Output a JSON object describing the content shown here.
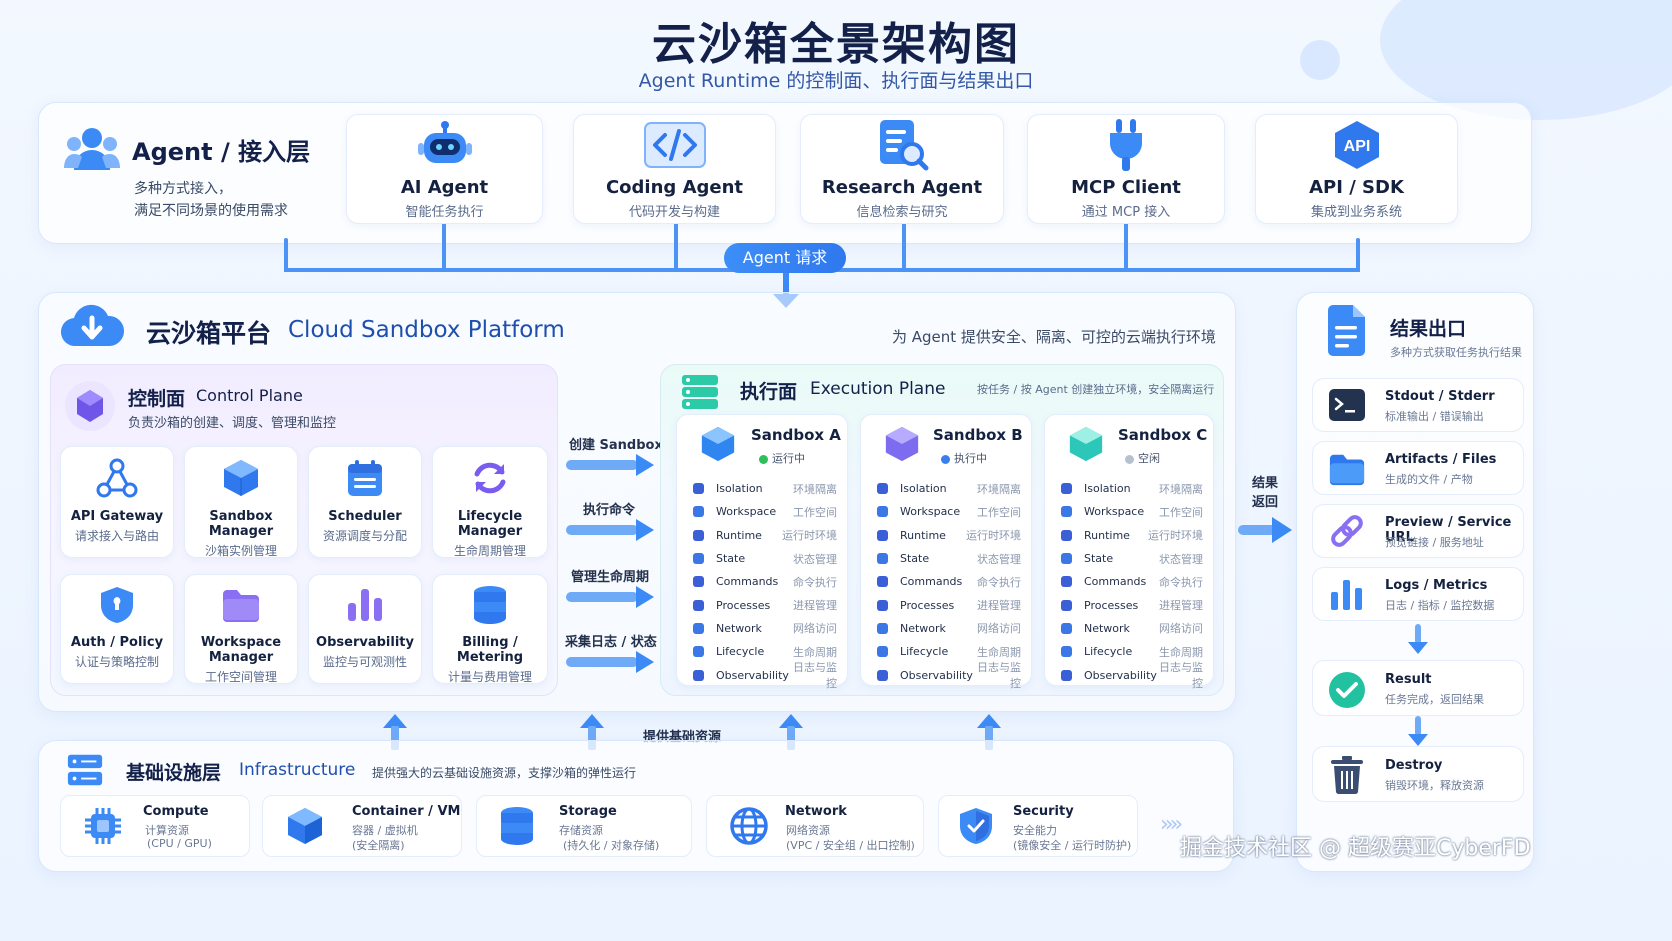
{
  "header": {
    "title": "云沙箱全景架构图",
    "subtitle": "Agent Runtime 的控制面、执行面与结果出口"
  },
  "agent_layer": {
    "title": "Agent / 接入层",
    "desc1": "多种方式接入，",
    "desc2": "满足不同场景的使用需求",
    "cards": [
      {
        "title": "AI Agent",
        "sub": "智能任务执行",
        "icon": "robot-icon"
      },
      {
        "title": "Coding Agent",
        "sub": "代码开发与构建",
        "icon": "code-icon"
      },
      {
        "title": "Research Agent",
        "sub": "信息检索与研究",
        "icon": "document-search-icon"
      },
      {
        "title": "MCP Client",
        "sub": "通过 MCP 接入",
        "icon": "plug-icon"
      },
      {
        "title": "API / SDK",
        "sub": "集成到业务系统",
        "icon": "api-icon"
      }
    ],
    "request_label": "Agent 请求"
  },
  "platform": {
    "title_cn": "云沙箱平台",
    "title_en": "Cloud Sandbox Platform",
    "desc": "为 Agent 提供安全、隔离、可控的云端执行环境"
  },
  "control_plane": {
    "title_cn": "控制面",
    "title_en": "Control Plane",
    "desc": "负责沙箱的创建、调度、管理和监控",
    "cards": [
      {
        "title": "API Gateway",
        "sub": "请求接入与路由",
        "icon": "gateway-icon"
      },
      {
        "title": "Sandbox Manager",
        "sub": "沙箱实例管理",
        "icon": "cube-icon"
      },
      {
        "title": "Scheduler",
        "sub": "资源调度与分配",
        "icon": "calendar-icon"
      },
      {
        "title": "Lifecycle Manager",
        "sub": "生命周期管理",
        "icon": "cycle-icon"
      },
      {
        "title": "Auth / Policy",
        "sub": "认证与策略控制",
        "icon": "shield-icon"
      },
      {
        "title": "Workspace Manager",
        "sub": "工作空间管理",
        "icon": "folder-icon"
      },
      {
        "title": "Observability",
        "sub": "监控与可观测性",
        "icon": "bar-chart-icon"
      },
      {
        "title": "Billing / Metering",
        "sub": "计量与费用管理",
        "icon": "database-icon"
      }
    ]
  },
  "flows": [
    "创建 Sandbox",
    "执行命令",
    "管理生命周期",
    "采集日志 / 状态"
  ],
  "execution_plane": {
    "title_cn": "执行面",
    "title_en": "Execution Plane",
    "desc": "按任务 / 按 Agent 创建独立环境，安全隔离运行",
    "rows": [
      {
        "en": "Isolation",
        "cn": "环境隔离"
      },
      {
        "en": "Workspace",
        "cn": "工作空间"
      },
      {
        "en": "Runtime",
        "cn": "运行时环境"
      },
      {
        "en": "State",
        "cn": "状态管理"
      },
      {
        "en": "Commands",
        "cn": "命令执行"
      },
      {
        "en": "Processes",
        "cn": "进程管理"
      },
      {
        "en": "Network",
        "cn": "网络访问"
      },
      {
        "en": "Lifecycle",
        "cn": "生命周期"
      },
      {
        "en": "Observability",
        "cn": "日志与监控"
      }
    ],
    "sandboxes": [
      {
        "name": "Sandbox A",
        "status": "运行中",
        "status_color": "#2fbf5a",
        "color": "#2f86f0"
      },
      {
        "name": "Sandbox B",
        "status": "执行中",
        "status_color": "#3a7ff0",
        "color": "#7d6bf0"
      },
      {
        "name": "Sandbox C",
        "status": "空闲",
        "status_color": "#b7c0cf",
        "color": "#2cc7b8"
      }
    ]
  },
  "result_return": "结果\n返回",
  "infra_arrow_label": "提供基础资源",
  "infrastructure": {
    "title_cn": "基础设施层",
    "title_en": "Infrastructure",
    "desc": "提供强大的云基础设施资源，支撑沙箱的弹性运行",
    "cards": [
      {
        "title": "Compute",
        "sub1": "计算资源",
        "sub2": "(CPU / GPU)",
        "icon": "chip-icon"
      },
      {
        "title": "Container / VM",
        "sub1": "容器 / 虚拟机",
        "sub2": "(安全隔离)",
        "icon": "cube-icon"
      },
      {
        "title": "Storage",
        "sub1": "存储资源",
        "sub2": "(持久化 / 对象存储)",
        "icon": "database-icon"
      },
      {
        "title": "Network",
        "sub1": "网络资源",
        "sub2": "(VPC / 安全组 / 出口控制)",
        "icon": "globe-icon"
      },
      {
        "title": "Security",
        "sub1": "安全能力",
        "sub2": "(镜像安全 / 运行时防护)",
        "icon": "shield-icon"
      }
    ]
  },
  "results": {
    "title": "结果出口",
    "desc": "多种方式获取任务执行结果",
    "items": [
      {
        "title": "Stdout / Stderr",
        "sub": "标准输出 / 错误输出",
        "icon": "terminal-icon"
      },
      {
        "title": "Artifacts / Files",
        "sub": "生成的文件 / 产物",
        "icon": "folder-icon"
      },
      {
        "title": "Preview / Service URL",
        "sub": "预览链接 / 服务地址",
        "icon": "link-icon"
      },
      {
        "title": "Logs / Metrics",
        "sub": "日志 / 指标 / 监控数据",
        "icon": "bar-chart-icon"
      },
      {
        "title": "Result",
        "sub": "任务完成，返回结果",
        "icon": "check-icon"
      },
      {
        "title": "Destroy",
        "sub": "销毁环境，释放资源",
        "icon": "trash-icon"
      }
    ]
  },
  "watermark": "掘金技术社区 @ 超级赛亚CyberFD"
}
